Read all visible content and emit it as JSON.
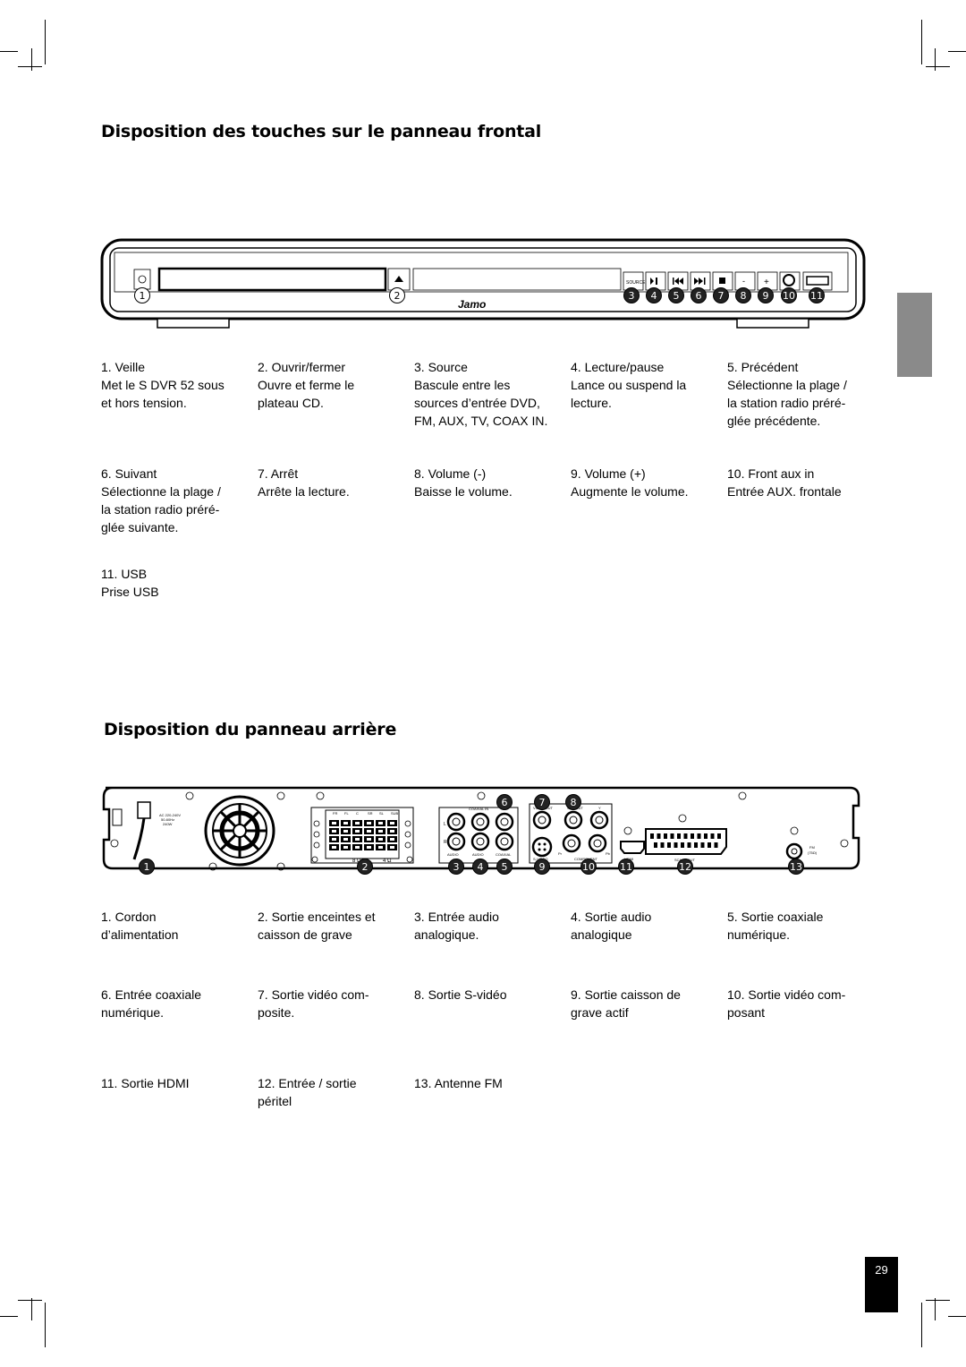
{
  "front": {
    "title": "Disposition des touches sur le panneau frontal",
    "panel": {
      "source_label": "SOURCE",
      "minus_label": "-",
      "plus_label": "+",
      "brand": "Jamo",
      "markers": [
        "1",
        "2",
        "3",
        "4",
        "5",
        "6",
        "7",
        "8",
        "9",
        "10",
        "11"
      ]
    },
    "items": [
      {
        "title": "1. Veille",
        "desc": [
          "Met le S DVR 52 sous",
          "et hors tension."
        ]
      },
      {
        "title": "2. Ouvrir/fermer",
        "desc": [
          "Ouvre et ferme le",
          "plateau CD."
        ]
      },
      {
        "title": "3. Source",
        "desc": [
          "Bascule entre les",
          "sources d’entrée DVD,",
          "FM, AUX, TV, COAX IN."
        ]
      },
      {
        "title": "4. Lecture/pause",
        "desc": [
          "Lance ou suspend la",
          "lecture."
        ]
      },
      {
        "title": "5. Précédent",
        "desc": [
          "Sélectionne la plage /",
          "la station radio préré-",
          "glée précédente."
        ]
      },
      {
        "title": "6. Suivant",
        "desc": [
          "Sélectionne la plage /",
          "la station radio préré-",
          "glée suivante."
        ]
      },
      {
        "title": "7. Arrêt",
        "desc": [
          "Arrête la lecture."
        ]
      },
      {
        "title": "8. Volume (-)",
        "desc": [
          "Baisse le volume."
        ]
      },
      {
        "title": "9. Volume (+)",
        "desc": [
          "Augmente le volume."
        ]
      },
      {
        "title": "10. Front aux in",
        "desc": [
          "Entrée AUX. frontale"
        ]
      },
      {
        "title": "11. USB",
        "desc": [
          "Prise USB"
        ]
      }
    ]
  },
  "rear": {
    "title": "Disposition du panneau arrière",
    "panel": {
      "ac_label": [
        "AC 220-240V",
        "50-60Hz",
        "240W"
      ],
      "speaker_labels": [
        "FR",
        "FL",
        "C",
        "SR",
        "SL",
        "SUB"
      ],
      "ohm_left": "8 Ω",
      "ohm_right": "4 Ω",
      "coaxial_in": "COAXIAL IN",
      "video_out": "VIDEO OUT",
      "sub_out": "SUB OUT",
      "y_label": "Y",
      "l_label": "L",
      "r_label": "R",
      "audio_in": "AUDIO",
      "audio_out": "AUDIO",
      "coaxial": "COAXIAL",
      "svideo": "S-VIDEO",
      "pr_label": "Pr",
      "pb_label": "Pb",
      "component": "COMPONENT",
      "hdmi": "HDMI",
      "scart": "SCART OUT",
      "fm": "FM",
      "fm_ohm": "(75Ω)",
      "markers": [
        "1",
        "2",
        "3",
        "4",
        "5",
        "6",
        "7",
        "8",
        "9",
        "10",
        "11",
        "12",
        "13"
      ]
    },
    "items": [
      {
        "title": "1. Cordon",
        "desc": [
          "d’alimentation"
        ]
      },
      {
        "title": "2. Sortie enceintes et",
        "desc": [
          "caisson de grave"
        ]
      },
      {
        "title": "3. Entrée audio",
        "desc": [
          "analogique."
        ]
      },
      {
        "title": "4. Sortie audio",
        "desc": [
          "analogique"
        ]
      },
      {
        "title": "5. Sortie coaxiale",
        "desc": [
          "numérique."
        ]
      },
      {
        "title": "6. Entrée coaxiale",
        "desc": [
          "numérique."
        ]
      },
      {
        "title": "7. Sortie vidéo com-",
        "desc": [
          "posite."
        ]
      },
      {
        "title": "8. Sortie S-vidéo",
        "desc": []
      },
      {
        "title": "9. Sortie caisson de",
        "desc": [
          "grave actif"
        ]
      },
      {
        "title": "10. Sortie vidéo com-",
        "desc": [
          "posant"
        ]
      },
      {
        "title": "11. Sortie HDMI",
        "desc": []
      },
      {
        "title": "12. Entrée / sortie",
        "desc": [
          "péritel"
        ]
      },
      {
        "title": "13. Antenne FM",
        "desc": []
      }
    ]
  },
  "page_number": "29"
}
